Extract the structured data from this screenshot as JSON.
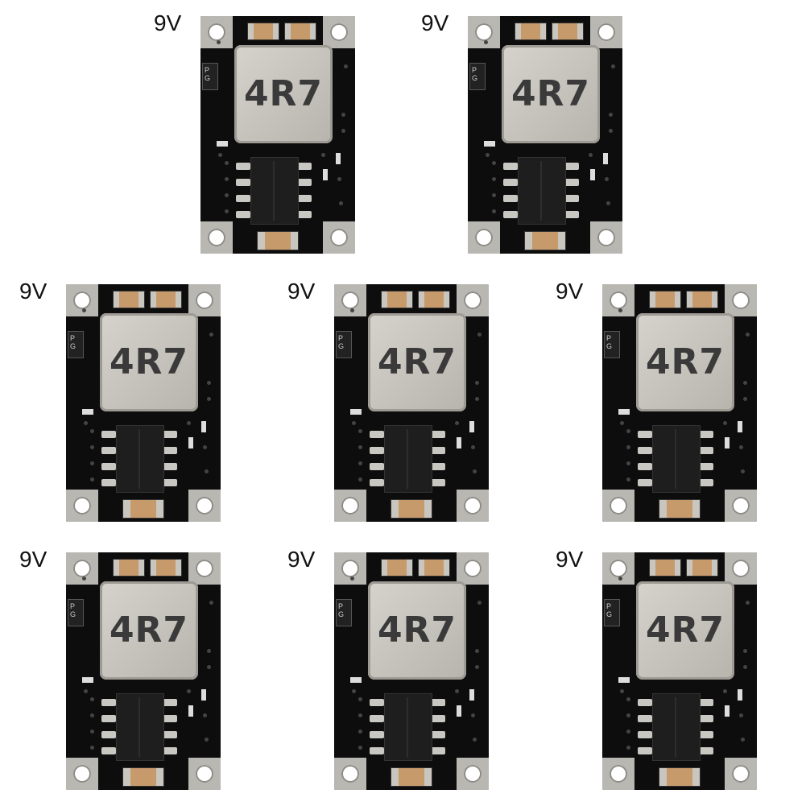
{
  "modules": [
    {
      "voltage_label": "9V",
      "inductor_marking": "4R7",
      "silk_marking": "PG"
    },
    {
      "voltage_label": "9V",
      "inductor_marking": "4R7",
      "silk_marking": "PG"
    },
    {
      "voltage_label": "9V",
      "inductor_marking": "4R7",
      "silk_marking": "PG"
    },
    {
      "voltage_label": "9V",
      "inductor_marking": "4R7",
      "silk_marking": "PG"
    },
    {
      "voltage_label": "9V",
      "inductor_marking": "4R7",
      "silk_marking": "PG"
    },
    {
      "voltage_label": "9V",
      "inductor_marking": "4R7",
      "silk_marking": "PG"
    },
    {
      "voltage_label": "9V",
      "inductor_marking": "4R7",
      "silk_marking": "PG"
    },
    {
      "voltage_label": "9V",
      "inductor_marking": "4R7",
      "silk_marking": "PG"
    }
  ],
  "colors": {
    "board": "#0d0d0d",
    "pad": "#b9b7b2",
    "inductor": "#c9c6c0",
    "background": "#ffffff"
  }
}
